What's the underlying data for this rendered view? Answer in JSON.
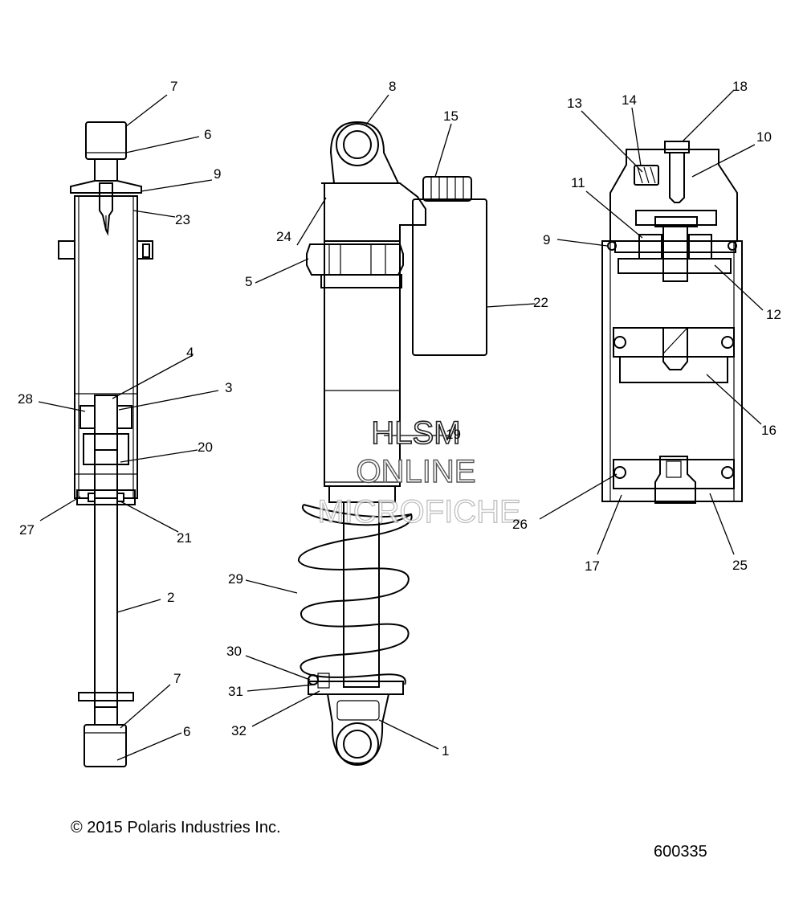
{
  "callouts": {
    "c1": "1",
    "c2": "2",
    "c3": "3",
    "c4": "4",
    "c5": "5",
    "c6": "6",
    "c7": "7",
    "c8": "8",
    "c9": "9",
    "c10": "10",
    "c11": "11",
    "c12": "12",
    "c13": "13",
    "c14": "14",
    "c15": "15",
    "c16": "16",
    "c17": "17",
    "c18": "18",
    "c19": "19",
    "c20": "20",
    "c21": "21",
    "c22": "22",
    "c23": "23",
    "c24": "24",
    "c25": "25",
    "c26": "26",
    "c27": "27",
    "c28": "28",
    "c29": "29",
    "c30": "30",
    "c31": "31",
    "c32": "32"
  },
  "watermark": {
    "line1": "HLSM",
    "line2": "ONLINE",
    "line3": "MICROFICHE"
  },
  "footer": {
    "copyright": "© 2015 Polaris Industries Inc.",
    "figure_number": "600335"
  }
}
